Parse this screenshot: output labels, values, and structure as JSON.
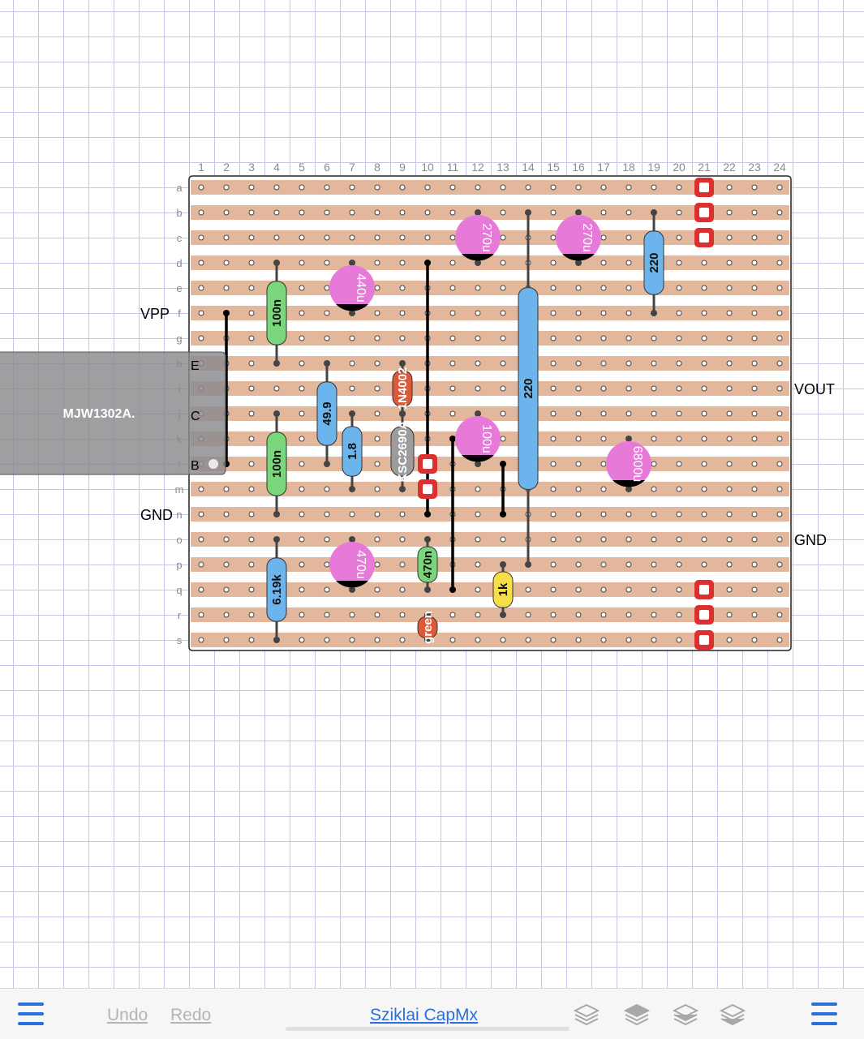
{
  "board": {
    "column_labels": [
      "1",
      "2",
      "3",
      "4",
      "5",
      "6",
      "7",
      "8",
      "9",
      "10",
      "11",
      "12",
      "13",
      "14",
      "15",
      "16",
      "17",
      "18",
      "19",
      "20",
      "21",
      "22",
      "23",
      "24"
    ],
    "row_labels": [
      "a",
      "b",
      "c",
      "d",
      "e",
      "f",
      "g",
      "h",
      "i",
      "j",
      "k",
      "l",
      "m",
      "n",
      "o",
      "p",
      "q",
      "r",
      "s"
    ],
    "strip_color": "#e2b79c",
    "hole_color": "#ffffff",
    "grid_color": "#c6c4ea"
  },
  "labels": {
    "vpp": "VPP",
    "gnd_left": "GND",
    "vout": "VOUT",
    "gnd_right": "GND"
  },
  "transistor": {
    "name": "MJW1302A.",
    "pin_e": "E",
    "pin_c": "C",
    "pin_b": "B"
  },
  "capacitors": [
    {
      "label": "270u",
      "col": 12,
      "row": "c",
      "color": "#e77ad8"
    },
    {
      "label": "270u",
      "col": 16,
      "row": "c",
      "color": "#e77ad8"
    },
    {
      "label": "440u",
      "col": 7,
      "row": "e",
      "color": "#e77ad8"
    },
    {
      "label": "100u",
      "col": 12,
      "row": "k",
      "color": "#e77ad8"
    },
    {
      "label": "6800u",
      "col": 18,
      "row": "l",
      "color": "#e77ad8"
    },
    {
      "label": "470u",
      "col": 7,
      "row": "p",
      "color": "#e77ad8"
    }
  ],
  "resistors": [
    {
      "label": "100n",
      "col": 4,
      "r1": "d",
      "r2": "h",
      "color": "#7ad67a"
    },
    {
      "label": "220",
      "col": 19,
      "r1": "b",
      "r2": "f",
      "color": "#6cb4ec"
    },
    {
      "label": "49.9",
      "col": 6,
      "r1": "h",
      "r2": "l",
      "color": "#6cb4ec"
    },
    {
      "label": "1.8",
      "col": 7,
      "r1": "j",
      "r2": "m",
      "color": "#6cb4ec"
    },
    {
      "label": "100n",
      "col": 4,
      "r1": "j",
      "r2": "n",
      "color": "#7ad67a"
    },
    {
      "label": "220",
      "col": 14,
      "r1": "b",
      "r2": "p",
      "color": "#6cb4ec"
    },
    {
      "label": "6.19k",
      "col": 4,
      "r1": "o",
      "r2": "s",
      "color": "#6cb4ec"
    },
    {
      "label": "470n",
      "col": 10,
      "r1": "o",
      "r2": "q",
      "color": "#7ad67a"
    },
    {
      "label": "1k",
      "col": 13,
      "r1": "p",
      "r2": "r",
      "color": "#f7df4a"
    }
  ],
  "diode": {
    "label": "1N4002",
    "col": 9,
    "r1": "h",
    "r2": "j",
    "color": "#dc5a3a"
  },
  "small_transistor": {
    "label": "KSC2690A",
    "col": 9,
    "r1": "j",
    "r2": "m",
    "color": "#9c9c9c"
  },
  "led": {
    "label": "green",
    "col": 10,
    "r1": "r",
    "r2": "s",
    "color": "#dc5a3a"
  },
  "toolbar": {
    "undo": "Undo",
    "redo": "Redo",
    "title": "Sziklai CapMx"
  },
  "icons": {
    "menu_left": "hamburger-menu-icon",
    "menu_right": "hamburger-menu-icon",
    "layers": [
      "layers-icon",
      "layers-icon",
      "layers-icon",
      "layers-icon"
    ]
  }
}
